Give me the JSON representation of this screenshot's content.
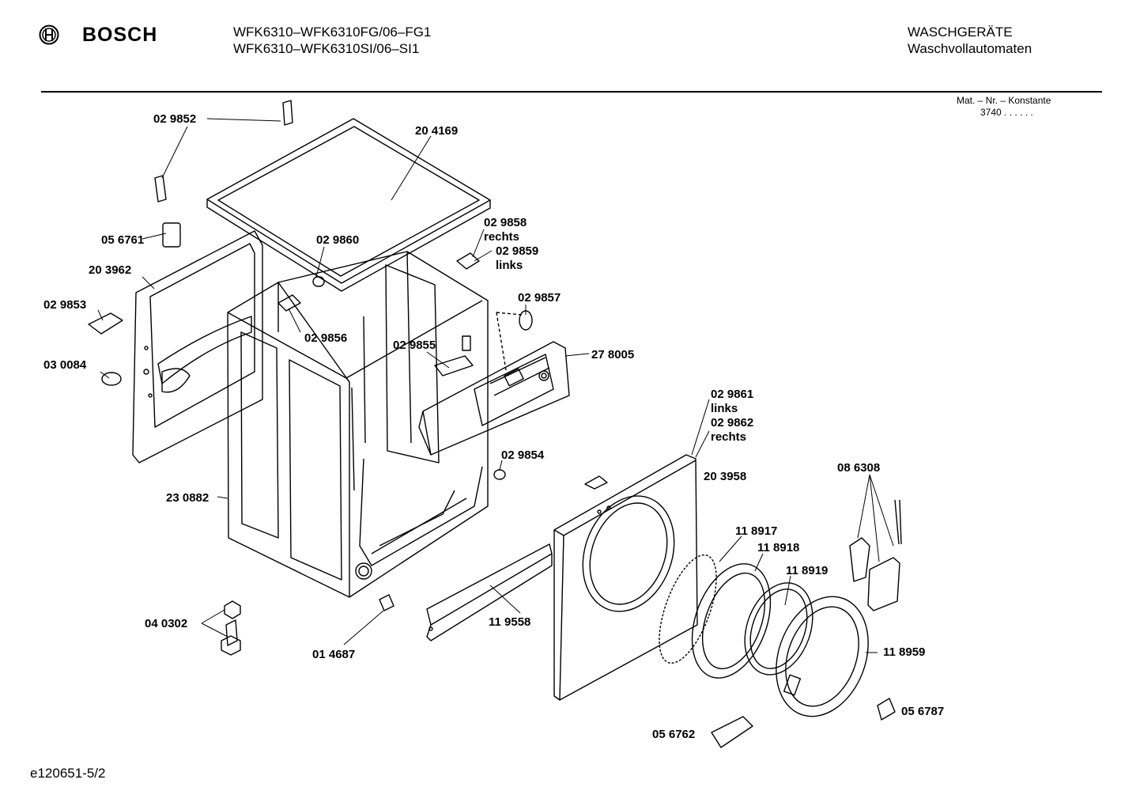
{
  "header": {
    "brand": "BOSCH",
    "logo_icon": "bosch-armature-logo-icon",
    "models": [
      "WFK6310–WFK6310FG/06–FG1",
      "WFK6310–WFK6310SI/06–SI1"
    ],
    "category": "WASCHGERÄTE",
    "subcategory": "Waschvollautomaten"
  },
  "constant": {
    "label": "Mat. – Nr. – Konstante",
    "value": "3740 . . . . . ."
  },
  "footer": {
    "code": "e120651-5/2"
  },
  "parts": [
    {
      "id": "p1",
      "no": "02 9852"
    },
    {
      "id": "p2",
      "no": "20 4169"
    },
    {
      "id": "p3",
      "no": "05 6761"
    },
    {
      "id": "p4",
      "no": "02 9860"
    },
    {
      "id": "p5",
      "no": "02 9858"
    },
    {
      "id": "p6",
      "no": "rechts"
    },
    {
      "id": "p7",
      "no": "02 9859"
    },
    {
      "id": "p8",
      "no": "links"
    },
    {
      "id": "p9",
      "no": "20 3962"
    },
    {
      "id": "p10",
      "no": "02 9853"
    },
    {
      "id": "p11",
      "no": "02 9857"
    },
    {
      "id": "p12",
      "no": "02 9856"
    },
    {
      "id": "p13",
      "no": "02 9855"
    },
    {
      "id": "p14",
      "no": "27 8005"
    },
    {
      "id": "p15",
      "no": "03 0084"
    },
    {
      "id": "p16",
      "no": "02 9861"
    },
    {
      "id": "p17",
      "no": "links"
    },
    {
      "id": "p18",
      "no": "02 9862"
    },
    {
      "id": "p19",
      "no": "rechts"
    },
    {
      "id": "p20",
      "no": "02 9854"
    },
    {
      "id": "p21",
      "no": "20 3958"
    },
    {
      "id": "p22",
      "no": "08 6308"
    },
    {
      "id": "p23",
      "no": "23 0882"
    },
    {
      "id": "p24",
      "no": "11 8917"
    },
    {
      "id": "p25",
      "no": "11 8918"
    },
    {
      "id": "p26",
      "no": "11 8919"
    },
    {
      "id": "p27",
      "no": "04 0302"
    },
    {
      "id": "p28",
      "no": "11 9558"
    },
    {
      "id": "p29",
      "no": "11 8959"
    },
    {
      "id": "p30",
      "no": "01 4687"
    },
    {
      "id": "p31",
      "no": "05 6787"
    },
    {
      "id": "p32",
      "no": "05 6762"
    }
  ]
}
